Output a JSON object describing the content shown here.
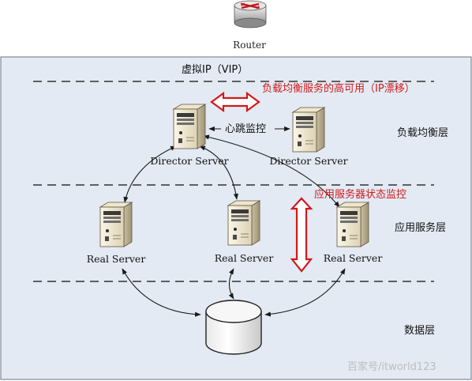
{
  "router": {
    "label": "Router"
  },
  "vip": {
    "label": "虚拟IP（VIP）"
  },
  "layers": {
    "lb": "负载均衡层",
    "app": "应用服务层",
    "data": "数据层"
  },
  "annotations": {
    "ha": "负载均衡服务的高可用（IP漂移）",
    "heartbeat": "心跳监控",
    "monitor": "应用服务器状态监控"
  },
  "servers": {
    "director_primary": "Director Server",
    "director_backup": "Director Server",
    "real": [
      "Real Server",
      "Real Server",
      "Real Server"
    ]
  },
  "watermark": "百家号/itworld123",
  "colors": {
    "panel": "#e3eaf3",
    "panel_border": "#6a7482",
    "accent_red": "#d0191c",
    "line": "#1a1a1a"
  }
}
